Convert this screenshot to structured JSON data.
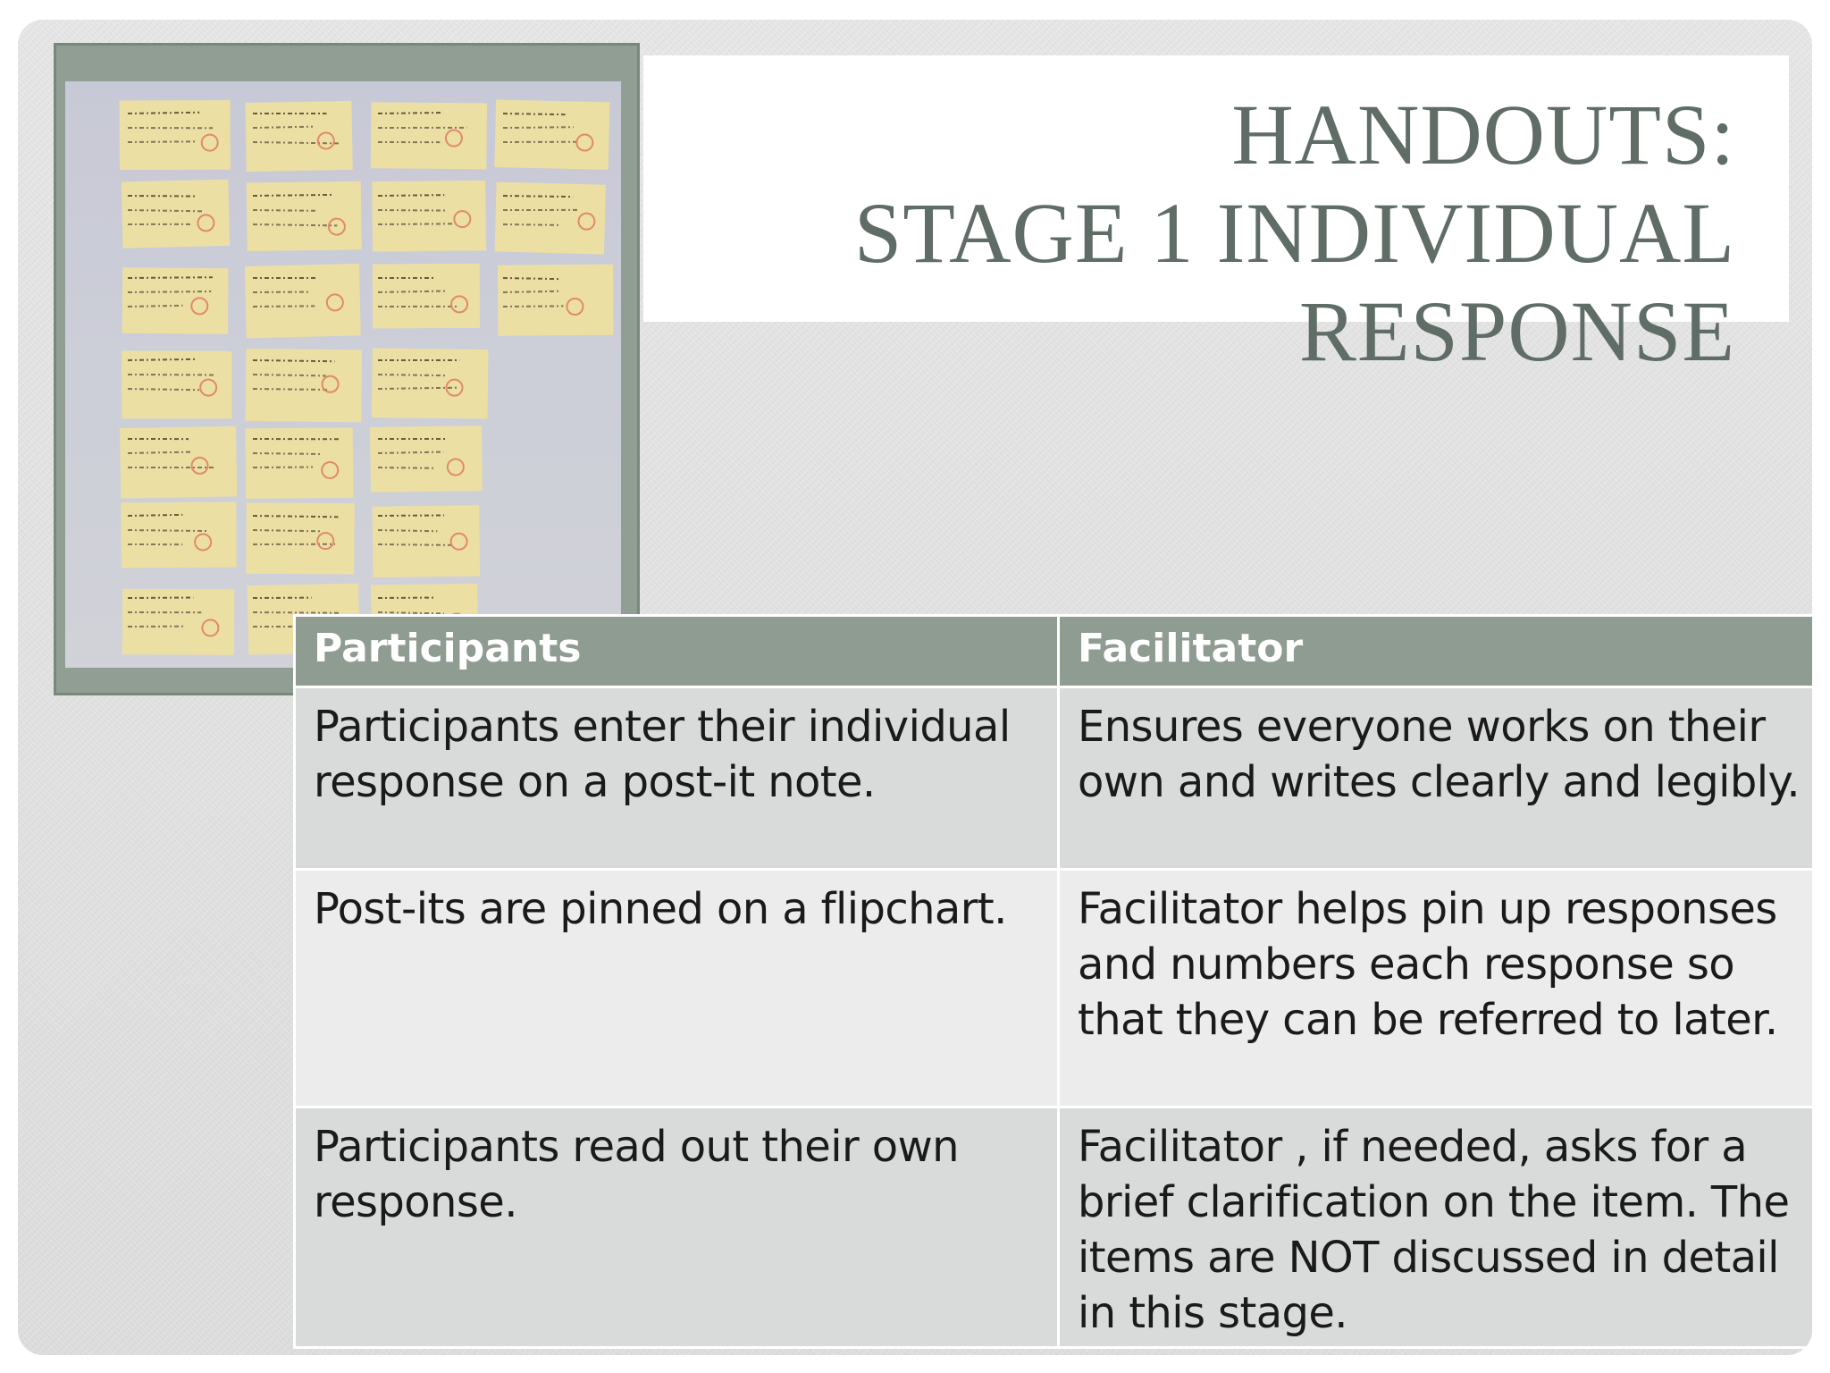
{
  "title": {
    "line1": "HANDOUTS:",
    "line2": "STAGE 1 INDIVIDUAL",
    "line3": "RESPONSE"
  },
  "photo": {
    "icon": "photo-of-post-it-notes-on-flipchart"
  },
  "colors": {
    "accent": "#8f9c91",
    "title": "#5f6d66",
    "row_odd": "#d9dbda",
    "row_even": "#ececec"
  },
  "table": {
    "headers": [
      "Participants",
      "Facilitator"
    ],
    "rows": [
      [
        "Participants enter their individual response on a post-it note.",
        "Ensures everyone works on their own and writes clearly and legibly."
      ],
      [
        "Post-its are pinned on a flipchart.",
        "Facilitator helps pin up responses and numbers each response so that they can be referred to later."
      ],
      [
        "Participants read out their own response.",
        "Facilitator , if needed, asks for a brief clarification on the item. The items are NOT discussed in detail in this stage."
      ]
    ]
  }
}
